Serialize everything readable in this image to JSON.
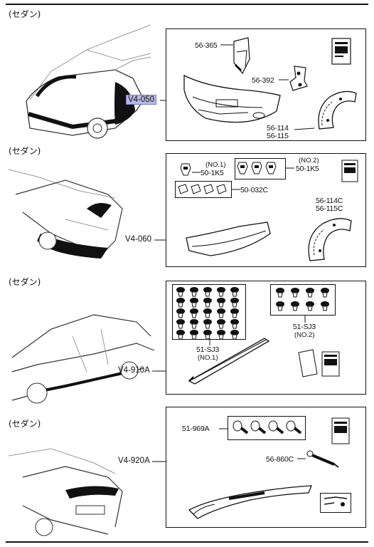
{
  "sections": [
    {
      "label": "(セダン)",
      "kit_code": "V4-050",
      "parts": [
        "56-365",
        "56-392",
        "56-114",
        "56-115"
      ]
    },
    {
      "label": "(セダン)",
      "kit_code": "V4-060",
      "parts": [
        "(NO.1)",
        "50-1K5",
        "(NO.2)",
        "50-1K5",
        "50-032C",
        "56-114C",
        "56-115C"
      ]
    },
    {
      "label": "(セダン)",
      "kit_code": "V4-910A",
      "parts": [
        "51-SJ3",
        "(NO.1)",
        "51-SJ3",
        "(NO.2)"
      ]
    },
    {
      "label": "(セダン)",
      "kit_code": "V4-920A",
      "parts": [
        "51-969A",
        "56-860C"
      ]
    }
  ],
  "colors": {
    "highlight": "#b7b8e8",
    "ink": "#111111"
  }
}
